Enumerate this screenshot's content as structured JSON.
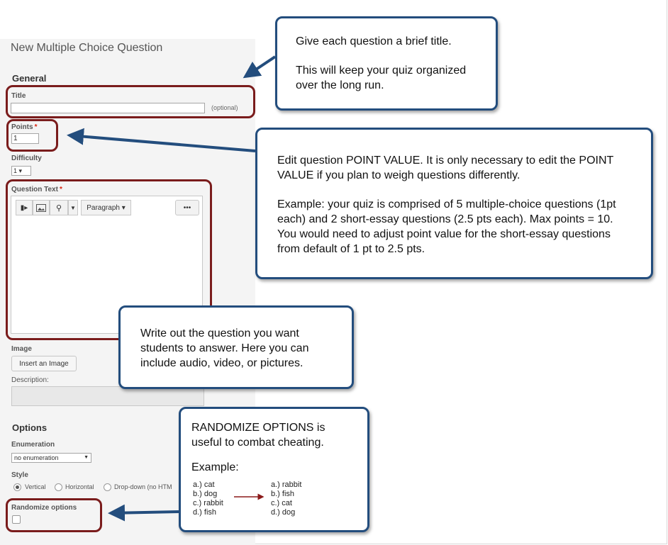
{
  "form": {
    "title": "New Multiple Choice Question",
    "general_heading": "General",
    "title_label": "Title",
    "title_value": "",
    "title_optional": "(optional)",
    "points_label": "Points",
    "required_marker": "*",
    "points_value": "1",
    "difficulty_label": "Difficulty",
    "difficulty_value": "1 ▾",
    "question_text_label": "Question Text",
    "editor_paragraph": "Paragraph ▾",
    "editor_more": "•••",
    "image_label": "Image",
    "insert_image_button": "Insert an Image",
    "description_label": "Description:",
    "options_heading": "Options",
    "enumeration_label": "Enumeration",
    "enumeration_value": "no enumeration",
    "style_label": "Style",
    "style_options": [
      "Vertical",
      "Horizontal",
      "Drop-down (no HTM"
    ],
    "randomize_label": "Randomize options"
  },
  "callouts": {
    "title_tip": {
      "line1": "Give each question a brief title.",
      "line2": "This will keep your quiz organized over the long run."
    },
    "points_tip": {
      "line1": "Edit question POINT VALUE. It is only necessary to edit the POINT VALUE if you plan to weigh questions differently.",
      "line2": "Example: your quiz is comprised of 5 multiple-choice questions (1pt each) and 2 short-essay questions (2.5 pts each). Max points = 10. You would need to adjust point value for the short-essay questions from default of 1 pt to 2.5 pts."
    },
    "question_tip": {
      "line1": "Write out the question you want students to answer. Here you can include audio, video, or pictures."
    },
    "randomize_tip": {
      "line1": "RANDOMIZE OPTIONS is useful to combat cheating.",
      "example_heading": "Example:",
      "before": [
        "a.) cat",
        "b.) dog",
        "c.) rabbit",
        "d.) fish"
      ],
      "after": [
        "a.) rabbit",
        "b.) fish",
        "c.) cat",
        "d.) dog"
      ]
    }
  },
  "colors": {
    "ring": "#7a1c1c",
    "callout_border": "#234d7d",
    "example_arrow": "#8b1a1a"
  }
}
